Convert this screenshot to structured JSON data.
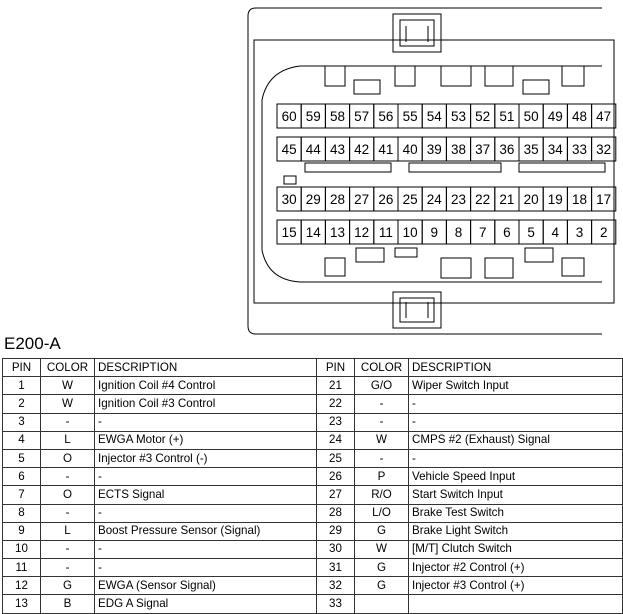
{
  "connector": {
    "name": "E200-A",
    "pin_rows": [
      [
        "60",
        "59",
        "58",
        "57",
        "56",
        "55",
        "54",
        "53",
        "52",
        "51",
        "50",
        "49",
        "48",
        "47"
      ],
      [
        "45",
        "44",
        "43",
        "42",
        "41",
        "40",
        "39",
        "38",
        "37",
        "36",
        "35",
        "34",
        "33",
        "32"
      ],
      [
        "30",
        "29",
        "28",
        "27",
        "26",
        "25",
        "24",
        "23",
        "22",
        "21",
        "20",
        "19",
        "18",
        "17"
      ],
      [
        "15",
        "14",
        "13",
        "12",
        "11",
        "10",
        "9",
        "8",
        "7",
        "6",
        "5",
        "4",
        "3",
        "2"
      ]
    ]
  },
  "table": {
    "headers": [
      "PIN",
      "COLOR",
      "DESCRIPTION",
      "PIN",
      "COLOR",
      "DESCRIPTION"
    ],
    "rows": [
      [
        "1",
        "W",
        "Ignition Coil #4 Control",
        "21",
        "G/O",
        "Wiper Switch Input"
      ],
      [
        "2",
        "W",
        "Ignition Coil #3 Control",
        "22",
        "-",
        "-"
      ],
      [
        "3",
        "-",
        "-",
        "23",
        "-",
        "-"
      ],
      [
        "4",
        "L",
        "EWGA Motor (+)",
        "24",
        "W",
        "CMPS #2 (Exhaust) Signal"
      ],
      [
        "5",
        "O",
        "Injector #3 Control (-)",
        "25",
        "-",
        "-"
      ],
      [
        "6",
        "-",
        "-",
        "26",
        "P",
        "Vehicle Speed Input"
      ],
      [
        "7",
        "O",
        "ECTS Signal",
        "27",
        "R/O",
        "Start Switch Input"
      ],
      [
        "8",
        "-",
        "-",
        "28",
        "L/O",
        "Brake Test Switch"
      ],
      [
        "9",
        "L",
        "Boost Pressure Sensor (Signal)",
        "29",
        "G",
        "Brake Light Switch"
      ],
      [
        "10",
        "-",
        "-",
        "30",
        "W",
        "[M/T] Clutch Switch"
      ],
      [
        "11",
        "-",
        "-",
        "31",
        "G",
        "Injector #2 Control (+)"
      ],
      [
        "12",
        "G",
        "EWGA (Sensor Signal)",
        "32",
        "G",
        "Injector #3 Control (+)"
      ],
      [
        "13",
        "B",
        "EDG A Signal",
        "33",
        "",
        ""
      ]
    ]
  }
}
